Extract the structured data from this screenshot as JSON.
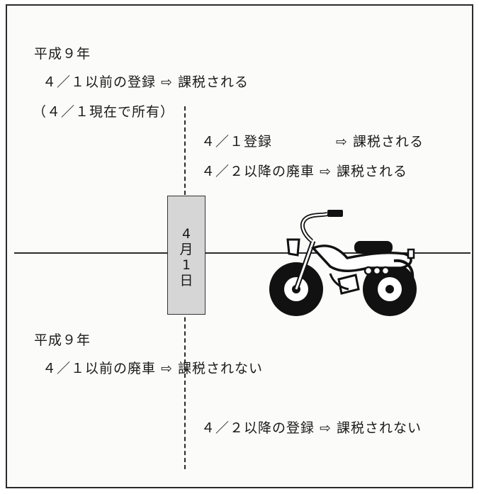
{
  "top": {
    "era": "平成９年",
    "before_registration": "４／１以前の登録",
    "before_result": "課税される",
    "owned_note": "（４／１現在で所有）",
    "apr1_registration": "４／１登録",
    "apr1_result": "課税される",
    "after_scrap": "４／２以降の廃車",
    "after_scrap_result": "課税される"
  },
  "date_box": {
    "chars": [
      "4",
      "月",
      "1",
      "日"
    ]
  },
  "bottom": {
    "era": "平成９年",
    "before_scrap": "４／１以前の廃車",
    "before_scrap_result": "課税されない",
    "after_registration": "４／２以降の登録",
    "after_registration_result": "課税されない"
  },
  "icons": {
    "arrow": "outline-right-arrow-icon",
    "vehicle": "motorbike-icon"
  },
  "colors": {
    "line": "#2b2b2b",
    "date_box": "#d6d6d6"
  }
}
